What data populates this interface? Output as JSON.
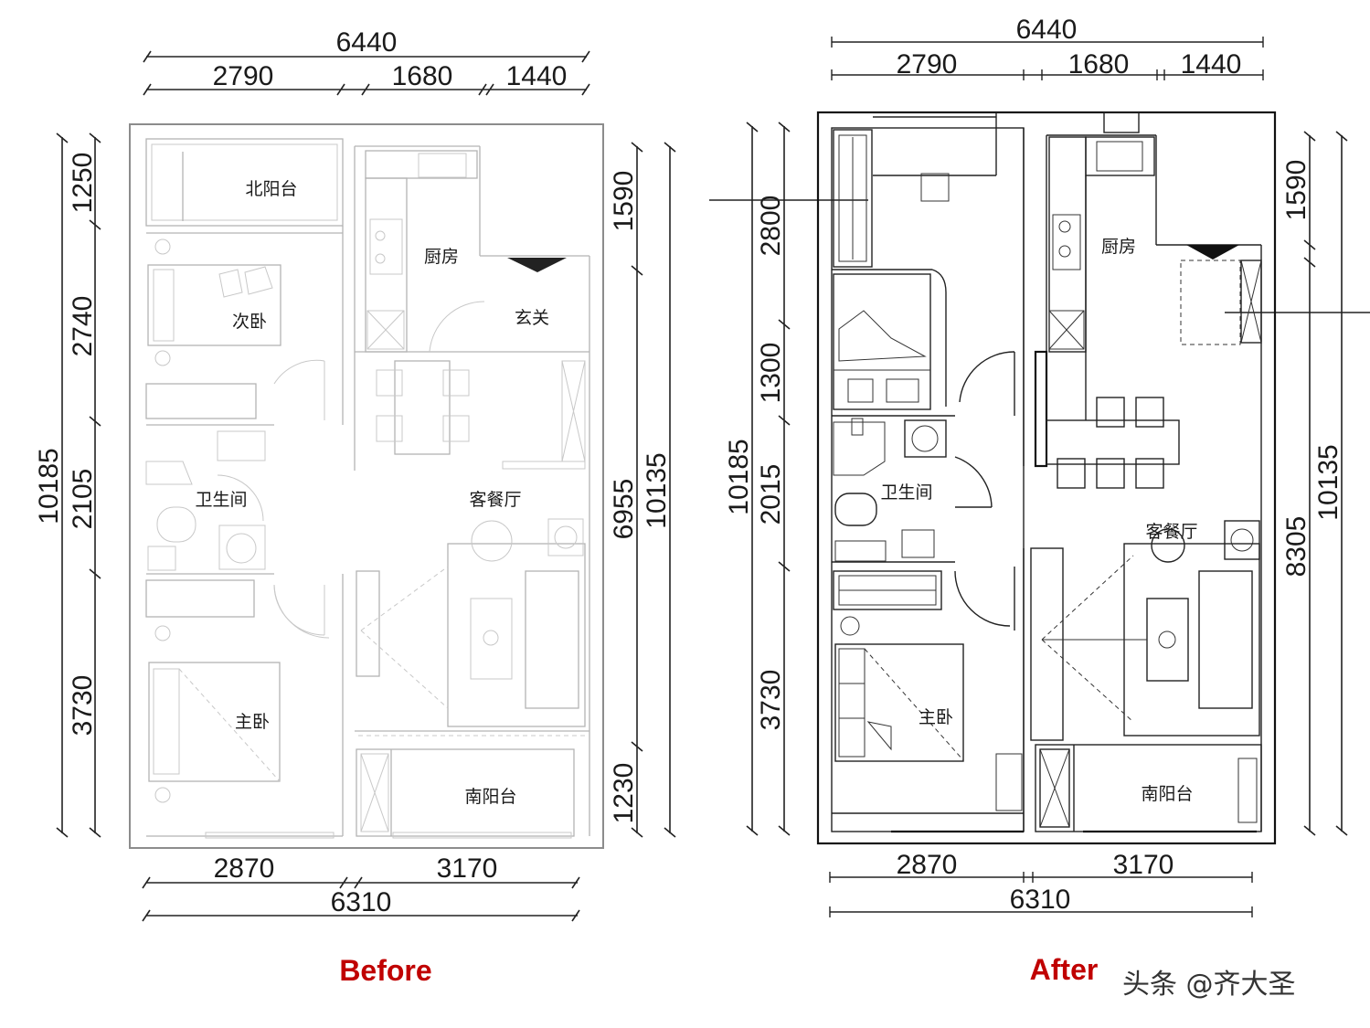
{
  "before": {
    "caption": "Before",
    "top_dims": {
      "total": "6440",
      "segments": [
        "2790",
        "1680",
        "1440"
      ]
    },
    "bottom_dims": {
      "segments": [
        "2870",
        "3170"
      ],
      "total": "6310"
    },
    "left_dims": {
      "total": "10185",
      "segments": [
        "1250",
        "2740",
        "2105",
        "3730"
      ]
    },
    "right_dims": {
      "inner": [
        "1590",
        "6955",
        "1230"
      ],
      "total": "10135"
    },
    "rooms": {
      "north_balcony": "北阳台",
      "second_bedroom": "次卧",
      "kitchen": "厨房",
      "entrance": "玄关",
      "bathroom": "卫生间",
      "living_dining": "客餐厅",
      "master_bedroom": "主卧",
      "south_balcony": "南阳台"
    }
  },
  "after": {
    "caption": "After",
    "top_dims": {
      "total": "6440",
      "segments": [
        "2790",
        "1680",
        "1440"
      ]
    },
    "bottom_dims": {
      "segments": [
        "2870",
        "3170"
      ],
      "total": "6310"
    },
    "left_dims": {
      "total": "10185",
      "segments": [
        "2800",
        "1300",
        "2015",
        "3730"
      ]
    },
    "right_dims": {
      "inner": [
        "1590",
        "8305"
      ],
      "total": "10135"
    },
    "rooms": {
      "kitchen": "厨房",
      "bathroom": "卫生间",
      "living_dining": "客餐厅",
      "master_bedroom": "主卧",
      "south_balcony": "南阳台"
    }
  },
  "watermark": "头条 @齐大圣",
  "colors": {
    "caption": "#c00000",
    "before_lines": "#8c8c8c",
    "after_lines": "#111111"
  }
}
